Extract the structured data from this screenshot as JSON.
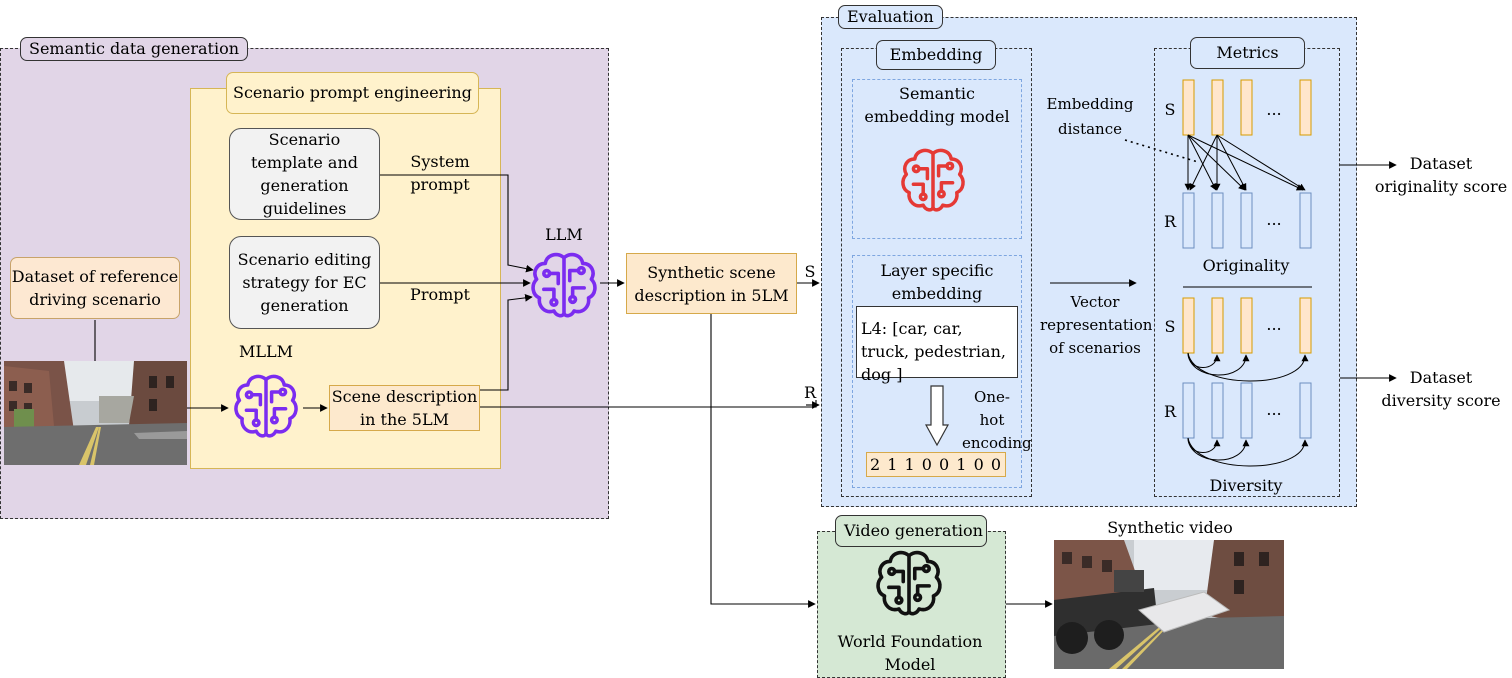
{
  "semantic": {
    "title": "Semantic data generation",
    "prompt_eng_title": "Scenario prompt engineering",
    "template_box": "Scenario template and generation guidelines",
    "editing_box": "Scenario editing strategy for EC generation",
    "system_prompt": "System prompt",
    "prompt": "Prompt",
    "llm": "LLM",
    "mllm": "MLLM",
    "scene_desc": "Scene description in the 5LM",
    "dataset_ref": "Dataset of reference driving scenario"
  },
  "synthetic_scene": "Synthetic scene description in 5LM",
  "label_S": "S",
  "label_R": "R",
  "evaluation": {
    "title": "Evaluation",
    "embedding_title": "Embedding",
    "semantic_model": "Semantic embedding model",
    "layer_specific": "Layer specific embedding",
    "l4_text": "L4: [car, car, truck, pedestrian, dog ]",
    "one_hot": "One-hot encoding",
    "vector_code": "2 1 1 0 0 1 0 0",
    "vector_rep": "Vector representation of scenarios",
    "metrics_title": "Metrics",
    "embedding_distance": "Embedding distance",
    "originality": "Originality",
    "diversity": "Diversity",
    "ellipsis": "...",
    "S": "S",
    "R": "R"
  },
  "outputs": {
    "originality_score": "Dataset originality score",
    "diversity_score": "Dataset diversity score"
  },
  "video": {
    "title": "Video generation",
    "model": "World Foundation Model",
    "synthetic_video": "Synthetic video"
  },
  "colors": {
    "semantic_bg": "#e1d5e7",
    "prompt_eng_bg": "#fff2cc",
    "eval_bg": "#dae8fc",
    "video_bg": "#d5e8d4",
    "llm_purple": "#7b2cf0",
    "brain_red": "#e53935",
    "bar_orange": "#ffe6cc",
    "bar_blue": "#dae8fc"
  }
}
